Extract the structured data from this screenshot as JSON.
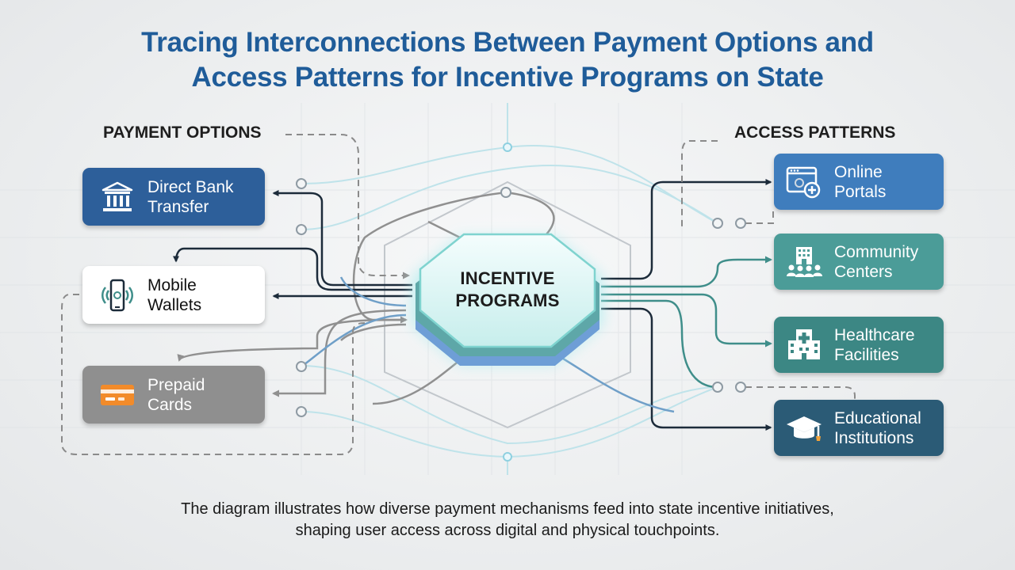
{
  "title": {
    "line1": "Tracing Interconnections Between Payment Options and",
    "line2": "Access Patterns for Incentive Programs on State"
  },
  "payment_options": {
    "label": "PAYMENT OPTIONS",
    "items": [
      {
        "line1": "Direct Bank",
        "line2": "Transfer",
        "icon": "bank-icon",
        "color": "#2d5f9a"
      },
      {
        "line1": "Mobile",
        "line2": "Wallets",
        "icon": "mobile-wallet-icon",
        "color": "#ffffff"
      },
      {
        "line1": "Prepaid",
        "line2": "Cards",
        "icon": "prepaid-card-icon",
        "color": "#8f8f8f"
      }
    ]
  },
  "hub": {
    "line1": "INCENTIVE",
    "line2": "PROGRAMS",
    "color": "#bfe9e6"
  },
  "access_patterns": {
    "label": "ACCESS PATTERNS",
    "items": [
      {
        "line1": "Online",
        "line2": "Portals",
        "icon": "online-portal-icon",
        "color": "#3f7dbd"
      },
      {
        "line1": "Community",
        "line2": "Centers",
        "icon": "community-center-icon",
        "color": "#4b9c98"
      },
      {
        "line1": "Healthcare",
        "line2": "Facilities",
        "icon": "hospital-icon",
        "color": "#3c8784"
      },
      {
        "line1": "Educational",
        "line2": "Institutions",
        "icon": "graduation-cap-icon",
        "color": "#2b5b76"
      }
    ]
  },
  "caption": {
    "line1": "The diagram illustrates how diverse payment mechanisms feed into state incentive initiatives,",
    "line2": "shaping user access across digital and physical touchpoints."
  }
}
